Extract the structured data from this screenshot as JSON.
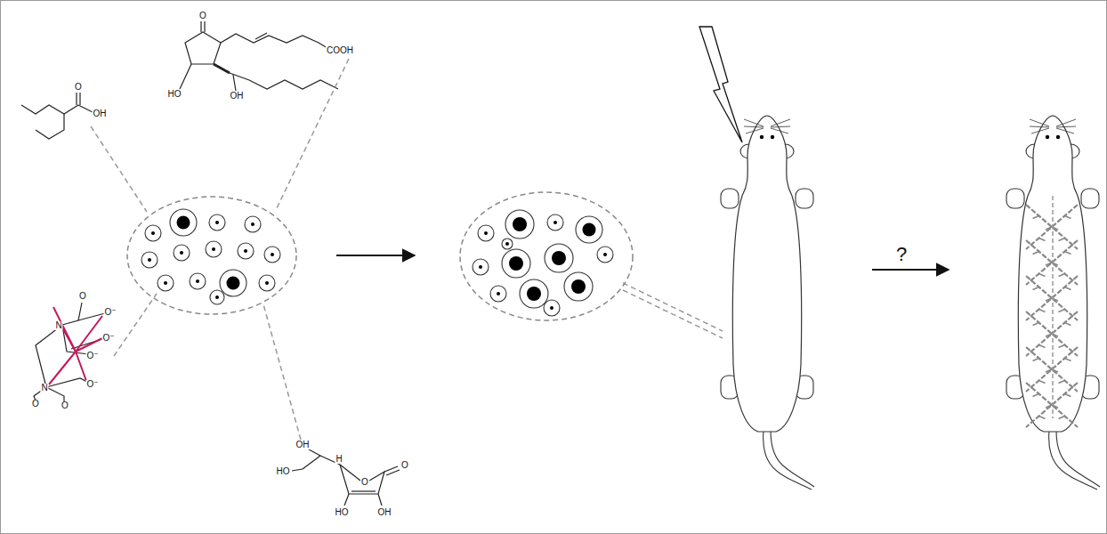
{
  "diagram": {
    "labels": [
      "O",
      "OH",
      "O",
      "COOH",
      "HO",
      "OH",
      "O",
      "O⁻",
      "O⁻",
      "N",
      "O⁻",
      "N",
      "O⁻",
      "O",
      "O",
      "OH",
      "H",
      "HO",
      "O",
      "O",
      "HO",
      "OH",
      "?"
    ]
  }
}
